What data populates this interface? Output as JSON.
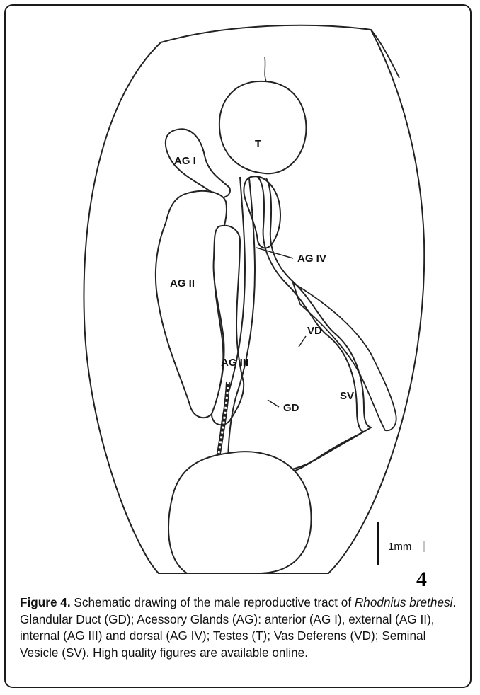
{
  "figure": {
    "panel_number": "4",
    "scale_bar_label": "1mm",
    "structure_labels": {
      "testis_top": "T",
      "ag1": "AG I",
      "ag2": "AG II",
      "ag3": "AG III",
      "ag4": "AG IV",
      "vd": "VD",
      "sv": "SV",
      "gd": "GD"
    }
  },
  "caption": {
    "figure_label": "Figure 4.",
    "text_before_species": " Schematic drawing of the male reproductive tract of ",
    "species": "Rhodnius brethesi",
    "text_after_species": ". Glandular Duct (GD); Acessory Glands (AG): anterior (AG I), external (AG II), internal (AG III) and dorsal (AG IV); Testes (T); Vas Deferens (VD); Seminal Vesicle (SV). High quality figures are available online."
  }
}
